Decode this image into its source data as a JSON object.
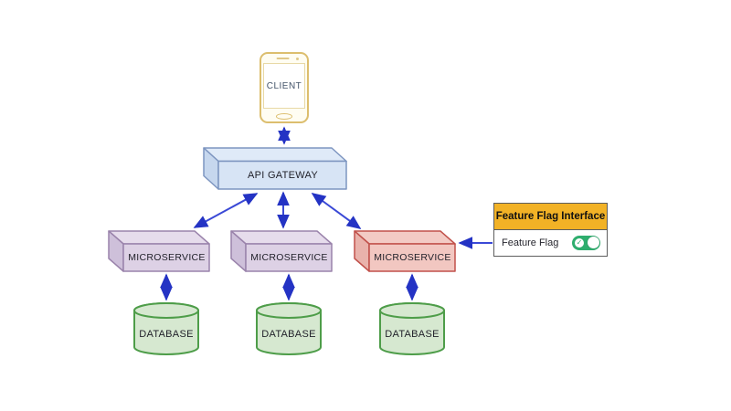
{
  "nodes": {
    "client": {
      "label": "CLIENT"
    },
    "gateway": {
      "label": "API GATEWAY"
    },
    "ms1": {
      "label": "MICROSERVICE"
    },
    "ms2": {
      "label": "MICROSERVICE"
    },
    "ms3": {
      "label": "MICROSERVICE"
    },
    "db1": {
      "label": "DATABASE"
    },
    "db2": {
      "label": "DATABASE"
    },
    "db3": {
      "label": "DATABASE"
    }
  },
  "feature_flag_panel": {
    "title": "Feature Flag Interface",
    "row_label": "Feature Flag",
    "toggle_state": "on",
    "check_glyph": "✓"
  },
  "edges": [
    {
      "from": "client",
      "to": "api-gateway",
      "bidirectional": true
    },
    {
      "from": "api-gateway",
      "to": "microservice-1",
      "bidirectional": true
    },
    {
      "from": "api-gateway",
      "to": "microservice-2",
      "bidirectional": true
    },
    {
      "from": "api-gateway",
      "to": "microservice-3",
      "bidirectional": true
    },
    {
      "from": "microservice-1",
      "to": "database-1",
      "bidirectional": true
    },
    {
      "from": "microservice-2",
      "to": "database-2",
      "bidirectional": true
    },
    {
      "from": "microservice-3",
      "to": "database-3",
      "bidirectional": true
    },
    {
      "from": "feature-flag-interface",
      "to": "microservice-3",
      "bidirectional": false
    }
  ],
  "colors": {
    "arrow": "#3a49d6",
    "arrowhead": "#2433c4",
    "client_border": "#dcbe6e",
    "gateway_fill": "#d7e4f5",
    "gateway_border": "#7d95c0",
    "microservice_fill": "#ddd1e5",
    "microservice_border": "#9a83ab",
    "microservice_flagged_fill": "#f2c7c1",
    "microservice_flagged_border": "#c1514b",
    "database_fill": "#d6e8d0",
    "database_border": "#4e9d49",
    "panel_header_bg": "#f2b226",
    "panel_border": "#5e5e5e",
    "toggle_on": "#2eae6e"
  }
}
